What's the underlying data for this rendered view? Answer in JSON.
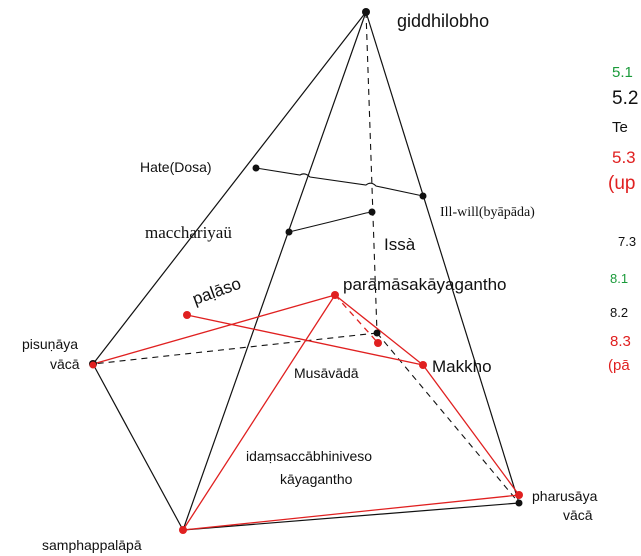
{
  "colors": {
    "black": "#111111",
    "red": "#e02020",
    "green": "#1a9a3a"
  },
  "labels": {
    "apex": "giddhilobho",
    "hate": "Hate(Dosa)",
    "ill_will": "Ill-will(byāpāda)",
    "macchariya": "macchariyaü",
    "issa": "Issà",
    "paramasa": "parāmāsakāyagantho",
    "palaso": "paḷāso",
    "pisunaya_1": "pisuṇāya",
    "pisunaya_2": "vācā",
    "musavada": "Musāvādā",
    "makkho": "Makkho",
    "idam_1": "idaṃsaccābhiniveso",
    "idam_2": "kāyagantho",
    "pharusaya_1": "pharusāya",
    "pharusaya_2": "vācā",
    "samphappalapa": "samphappalāpā"
  },
  "side_notes": {
    "n51": "5.1",
    "n52": "5.2",
    "te": "Te",
    "n53": "5.3",
    "up": "(up",
    "n73": "7.3",
    "n81": "8.1",
    "n82": "8.2",
    "n83": "8.3",
    "pa": "(pā"
  }
}
